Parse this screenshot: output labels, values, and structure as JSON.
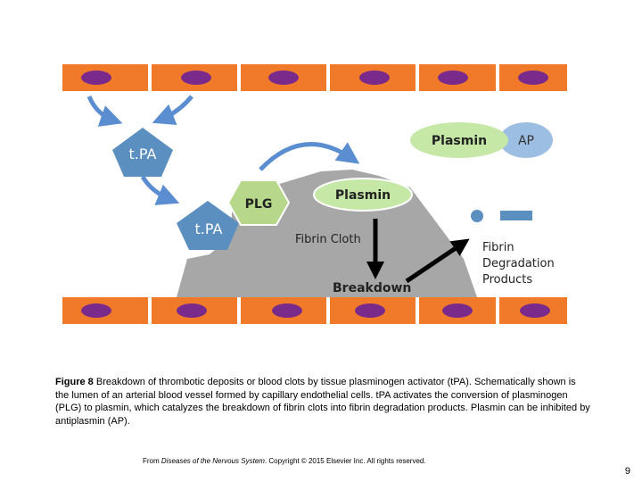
{
  "diagram": {
    "labels": {
      "tpa_top": "t.PA",
      "tpa_bottom": "t.PA",
      "plg": "PLG",
      "plasmin_center": "Plasmin",
      "plasmin_top": "Plasmin",
      "ap": "AP",
      "fibrin_cloth": "Fibrin Cloth",
      "breakdown": "Breakdown",
      "fdp_line1": "Fibrin",
      "fdp_line2": "Degradation",
      "fdp_line3": "Products"
    },
    "colors": {
      "endothelial_cell": "#F07A2A",
      "nucleus": "#7A2A8A",
      "tpa": "#5A8FC0",
      "plg": "#B7D88A",
      "plasmin": "#C6E8A6",
      "ap": "#9DBEE3",
      "clot": "#A7A7A7",
      "arrow_blue": "#5B8ED0",
      "arrow_black": "#000000"
    }
  },
  "caption": {
    "label": "Figure 8",
    "text": " Breakdown of thrombotic deposits or blood clots by tissue plasminogen activator (tPA). Schematically shown is the lumen of an arterial blood vessel formed by capillary endothelial cells. tPA activates the conversion of plasminogen (PLG) to plasmin, which catalyzes the breakdown of fibrin clots into fibrin degradation products. Plasmin can be inhibited by antiplasmin (AP)."
  },
  "source": {
    "prefix": "From ",
    "book": "Diseases of the Nervous System",
    "suffix": ". Copyright © 2015 Elsevier Inc. All rights reserved."
  },
  "page_number": "9"
}
